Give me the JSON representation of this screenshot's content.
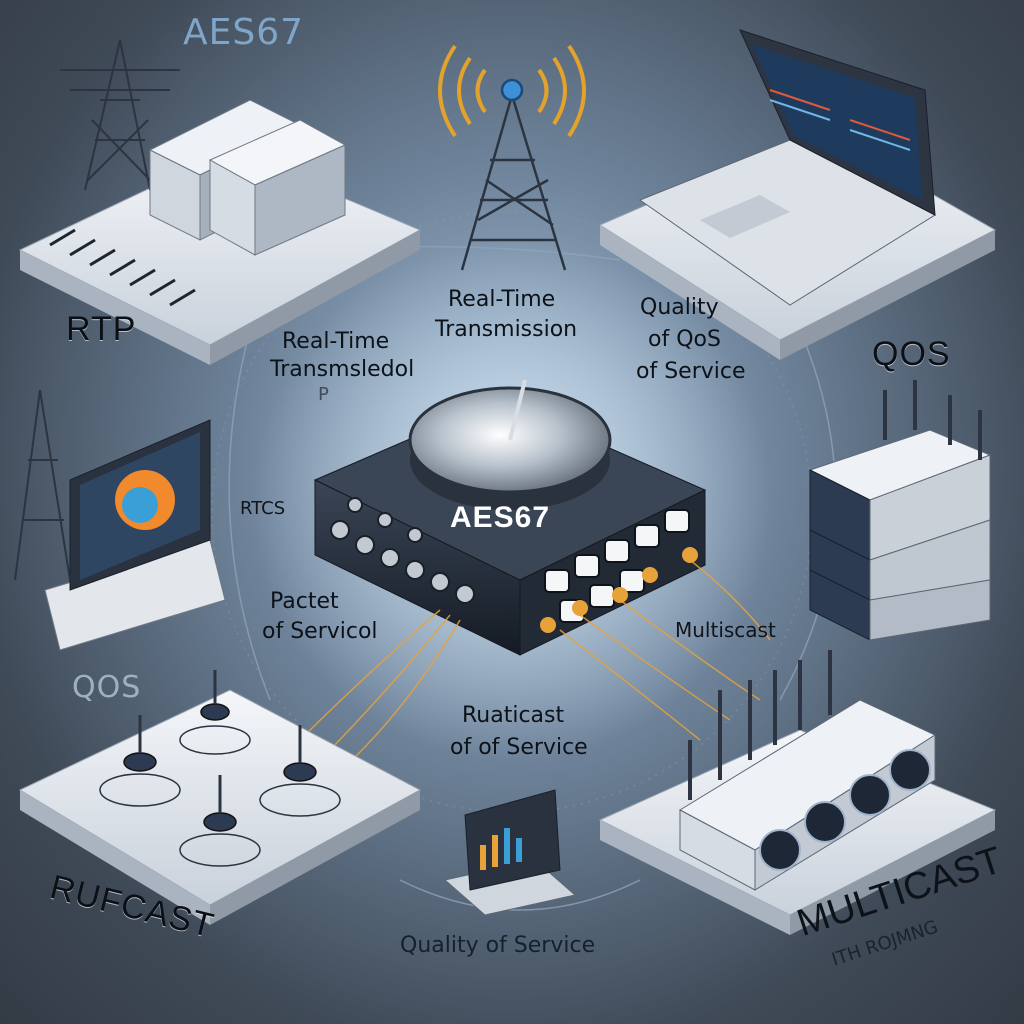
{
  "title": "AES67",
  "device": {
    "label": "AES67"
  },
  "corner_labels": {
    "top_left": "RTP",
    "top_right": "QOS",
    "bottom_left": "RUFCAST",
    "bottom_right": "MULTICAST",
    "bottom_right_sub": "ITH ROJMNG",
    "mid_left": "QOS"
  },
  "callouts": {
    "center_top_line1": "Real-Time",
    "center_top_line2": "Transmission",
    "left_top_line1": "Real-Time",
    "left_top_line2": "Transmsledol",
    "left_top_line3": "P",
    "right_top_line1": "Quality",
    "right_top_line2": "of QoS",
    "right_top_line3": "of Service",
    "rtcs": "RTCS",
    "packet_line1": "Pactet",
    "packet_line2": "of Servicol",
    "multicast_side": "Multiscast",
    "center_bottom_line1": "Ruaticast",
    "center_bottom_line2": "of of Service",
    "bottom_center": "Quality of Service"
  },
  "colors": {
    "accent_blue": "#7fa6c8",
    "cable_orange": "#e8a23a",
    "device_dark": "#1f2733",
    "platform": "#e9edf2"
  }
}
